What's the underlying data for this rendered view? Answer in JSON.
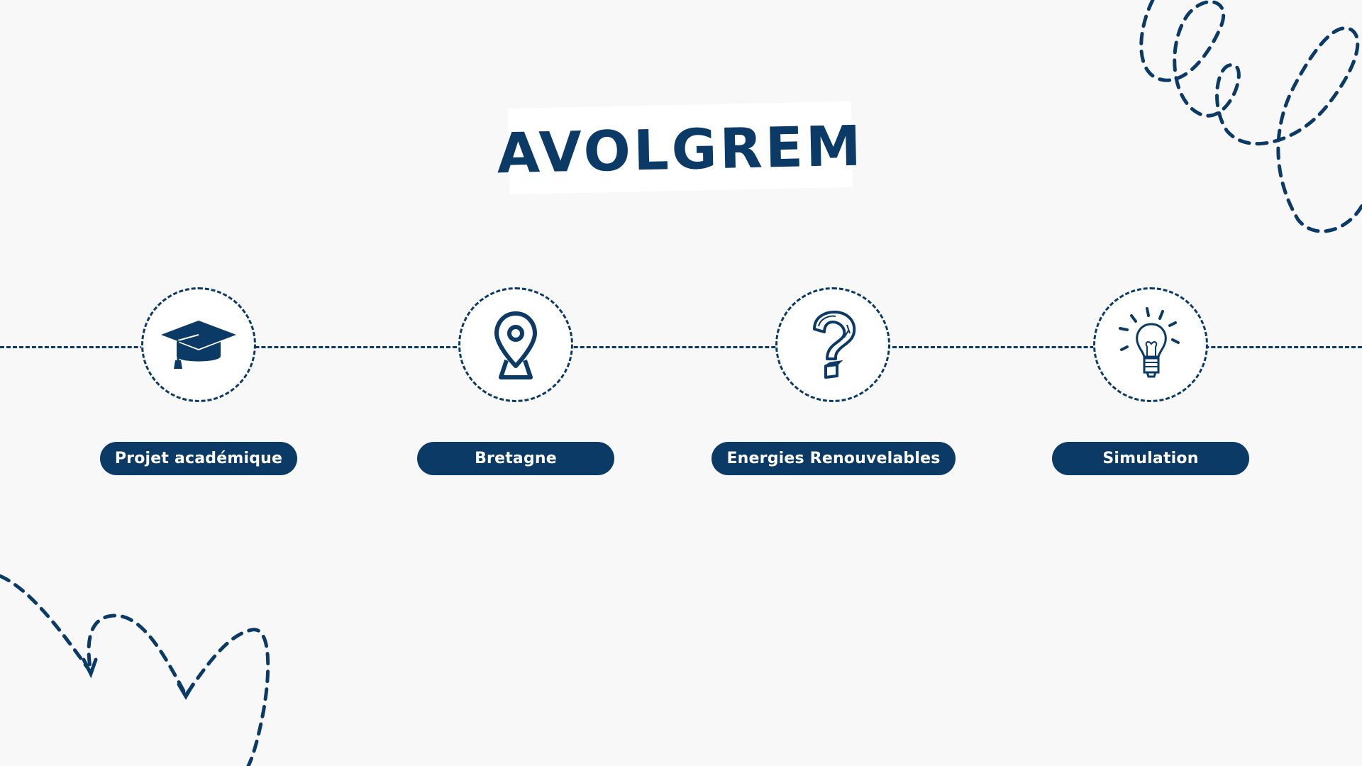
{
  "title": "AVOLGREM",
  "colors": {
    "primary": "#0c3a66",
    "background": "#f8f8f8",
    "card": "#ffffff"
  },
  "steps": [
    {
      "label": "Projet académique",
      "icon": "graduation-cap-icon"
    },
    {
      "label": "Bretagne",
      "icon": "map-pin-icon"
    },
    {
      "label": "Energies Renouvelables",
      "icon": "question-mark-icon"
    },
    {
      "label": "Simulation",
      "icon": "lightbulb-icon"
    }
  ]
}
